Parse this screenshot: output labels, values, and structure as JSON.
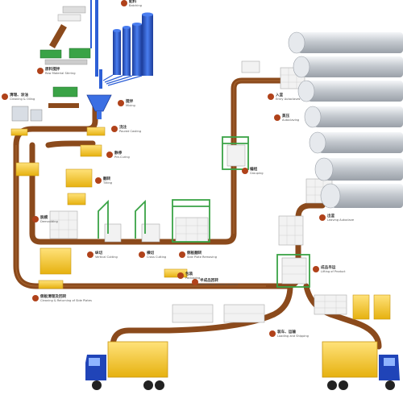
{
  "colors": {
    "conveyor": "#8b4a1c",
    "conveyor_edge": "#5e3010",
    "silo_blue": "#2d5fd6",
    "silo_dark": "#1c3c9a",
    "mold_yellow": "#f2c51a",
    "mold_edge": "#c89612",
    "frame_green": "#3aa346",
    "cylinder_gray": "#cfd3d8",
    "truck_blue": "#2044b8",
    "truck_cargo": "#f5c417",
    "badge": "#b0421a"
  },
  "labels": {
    "stations": [
      {
        "num": "",
        "zh": "配料",
        "en": "Batching"
      },
      {
        "num": "",
        "zh": "原料搅拌",
        "en": "Raw Material Stirring"
      },
      {
        "num": "",
        "zh": "清理、涂油",
        "en": "Cleaning & Oiling"
      },
      {
        "num": "",
        "zh": "搅拌",
        "en": "Mixing"
      },
      {
        "num": "",
        "zh": "浇注",
        "en": "Poured Casting"
      },
      {
        "num": "",
        "zh": "静停",
        "en": "Pre-Curing"
      },
      {
        "num": "",
        "zh": "翻转",
        "en": "Tilting"
      },
      {
        "num": "",
        "zh": "脱模",
        "en": "Demoulding"
      },
      {
        "num": "",
        "zh": "纵切",
        "en": "Vertical Cutting"
      },
      {
        "num": "",
        "zh": "横切",
        "en": "Cross Cutting"
      },
      {
        "num": "",
        "zh": "侧板翻转",
        "en": "Side Plate Removing"
      },
      {
        "num": "",
        "zh": "入釜",
        "en": "Entry Autoclaves"
      },
      {
        "num": "",
        "zh": "蒸压",
        "en": "Autoclaving"
      },
      {
        "num": "",
        "zh": "编组",
        "en": "Grouping"
      },
      {
        "num": "",
        "zh": "出釜",
        "en": "Leaving Autoclave"
      },
      {
        "num": "",
        "zh": "成品吊运",
        "en": "Lifting of Product"
      },
      {
        "num": "",
        "zh": "包装",
        "en": "Packaging"
      },
      {
        "num": "",
        "zh": "装车、运输",
        "en": "Loading and Shipping"
      },
      {
        "num": "",
        "zh": "侧板清理及回转",
        "en": "Cleaning & Returning of Side Plates"
      },
      {
        "num": "",
        "zh": "半成品回转",
        "en": "Returning of Semi-product"
      }
    ]
  }
}
